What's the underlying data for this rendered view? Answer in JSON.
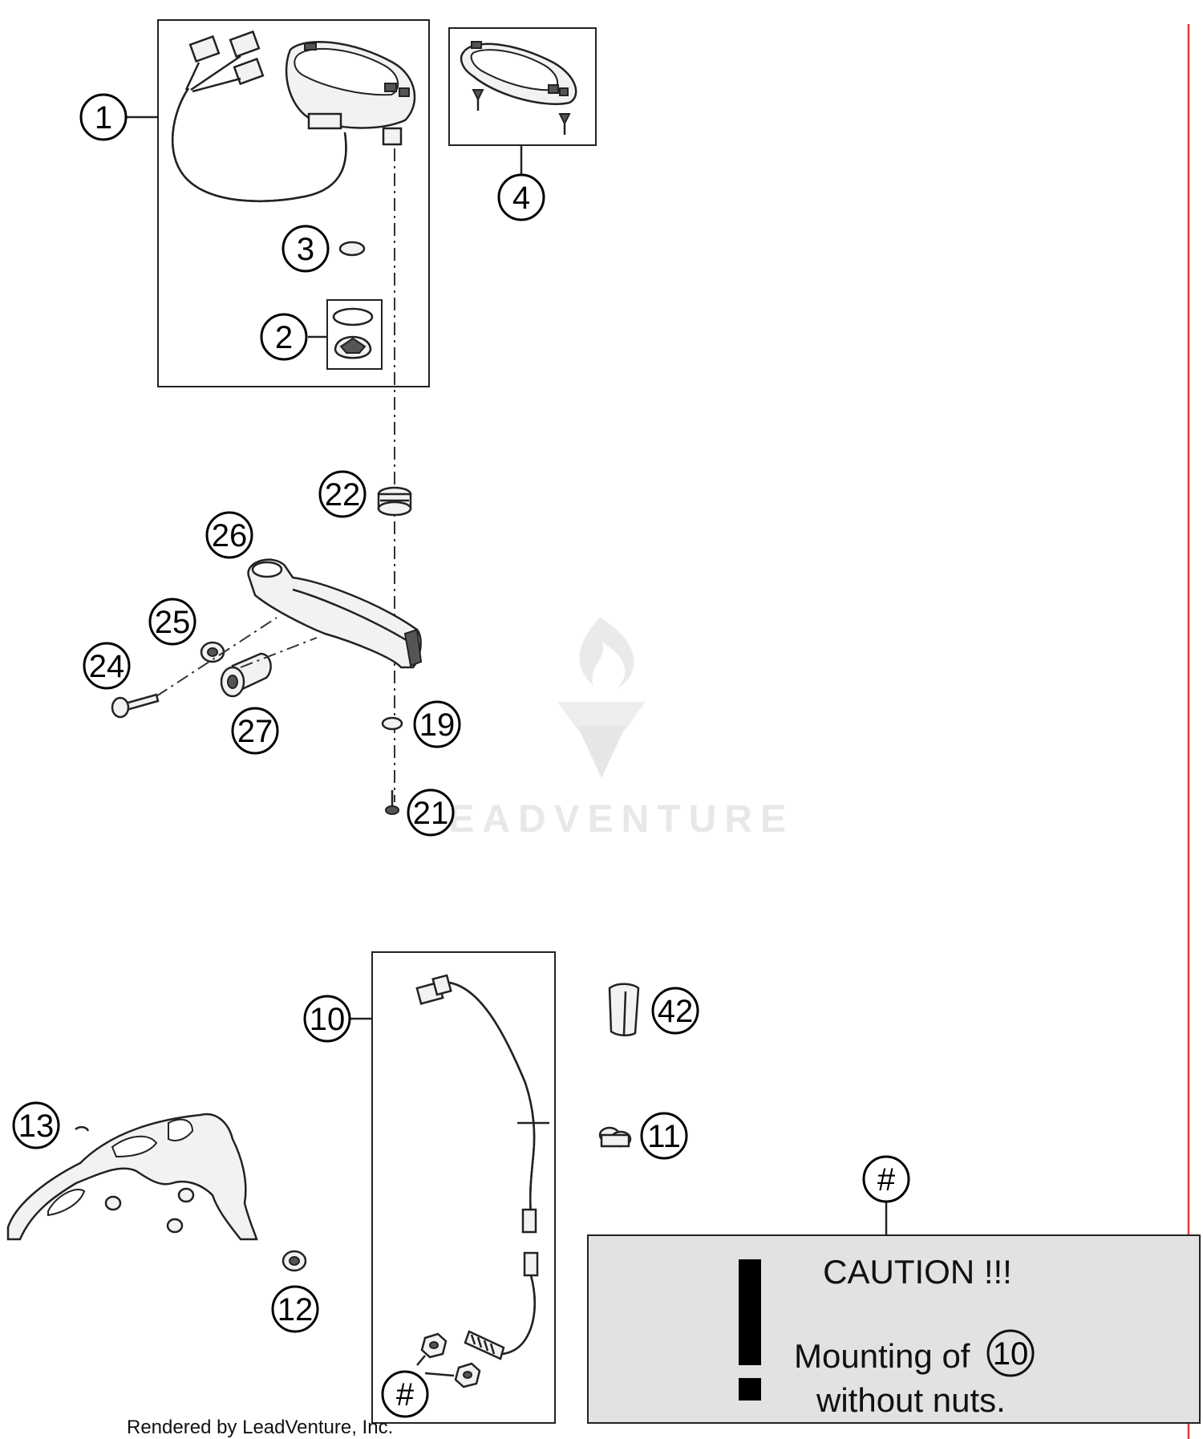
{
  "callouts": {
    "c1": "1",
    "c2": "2",
    "c3": "3",
    "c4": "4",
    "c10": "10",
    "c11": "11",
    "c12": "12",
    "c13": "13",
    "c19": "19",
    "c21": "21",
    "c22": "22",
    "c24": "24",
    "c25": "25",
    "c26": "26",
    "c27": "27",
    "c42": "42",
    "hash_note": "#",
    "hash_nuts": "#"
  },
  "caution": {
    "title": "CAUTION !!!",
    "line1": "Mounting of",
    "ref": "10",
    "line2": "without nuts.",
    "mark": "!"
  },
  "watermark": {
    "text": "LEADVENTURE"
  },
  "footer": {
    "credit": "Rendered by LeadVenture, Inc."
  },
  "colors": {
    "accent_line": "#e53935",
    "caution_bg": "#e2e2e2",
    "ink": "#111111"
  }
}
